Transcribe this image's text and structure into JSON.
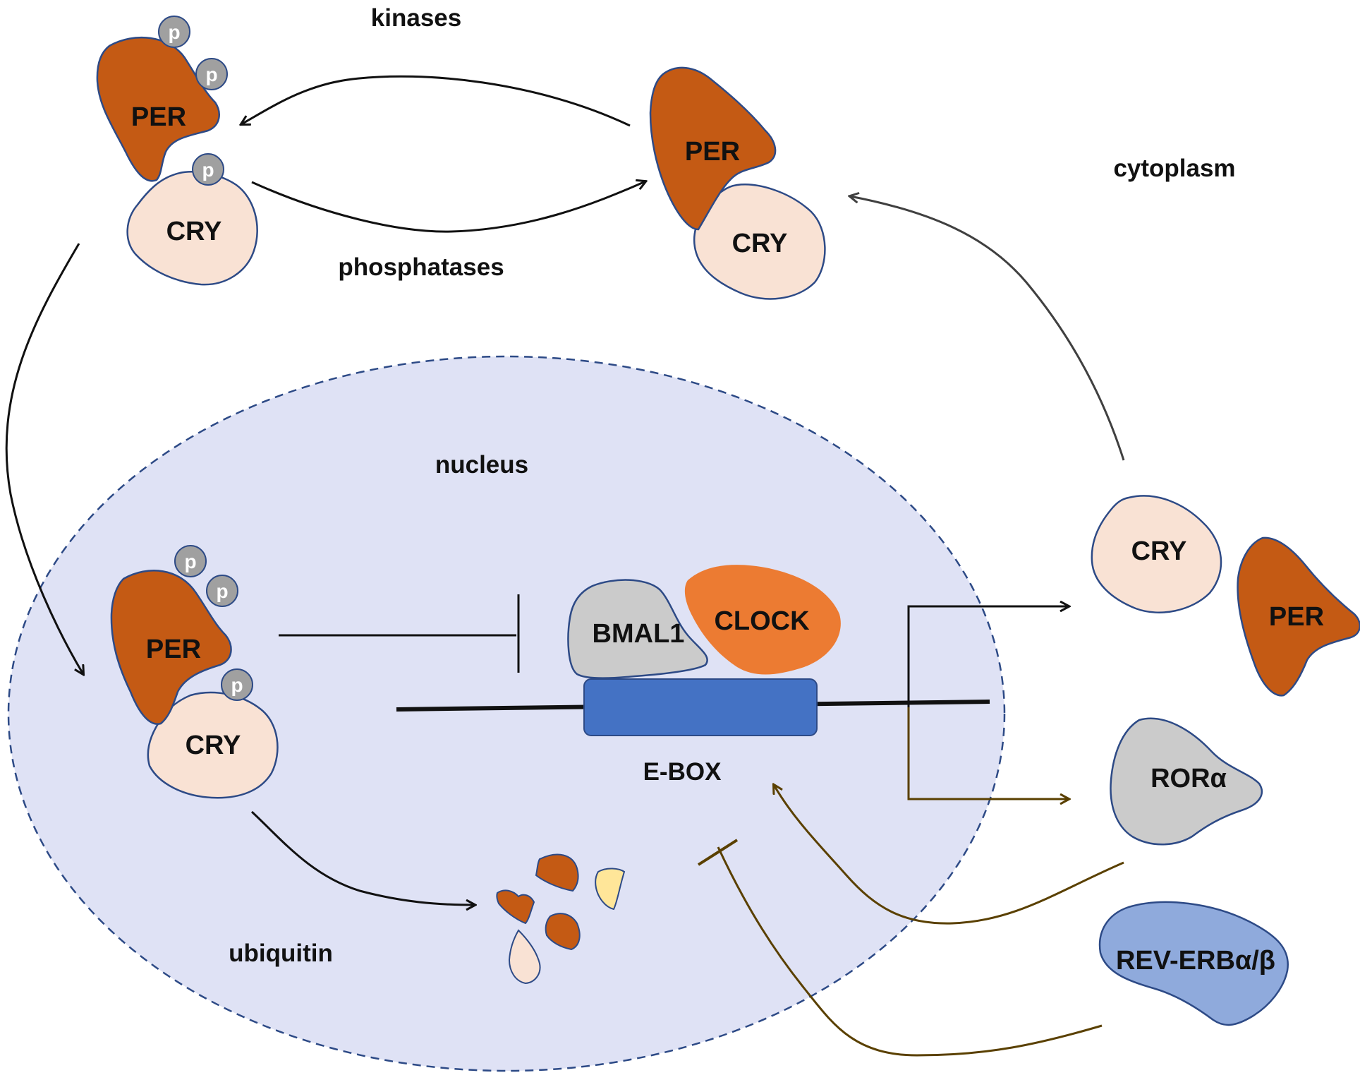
{
  "labels": {
    "kinases": "kinases",
    "phosphatases": "phosphatases",
    "cytoplasm": "cytoplasm",
    "nucleus": "nucleus",
    "ubiquitin": "ubiquitin",
    "ebox": "E-BOX"
  },
  "proteins": {
    "per": "PER",
    "cry": "CRY",
    "bmal1": "BMAL1",
    "clock": "CLOCK",
    "ror": "RORα",
    "reverb": "REV-ERBα/β",
    "phospho": "p"
  },
  "colors": {
    "per": "#c45a14",
    "cry": "#f9e2d4",
    "outline": "#2d4a86",
    "phospho": "#a0a0a0",
    "bmal1": "#cbcbcb",
    "clock": "#ec7b32",
    "ebox": "#4472c4",
    "nucleus_fill": "#dfe2f5",
    "reverb": "#8faadc",
    "ror": "#cbcbcb",
    "fragment_yellow": "#ffe699",
    "arrow_black": "#111111",
    "arrow_brown": "#5a4000"
  }
}
